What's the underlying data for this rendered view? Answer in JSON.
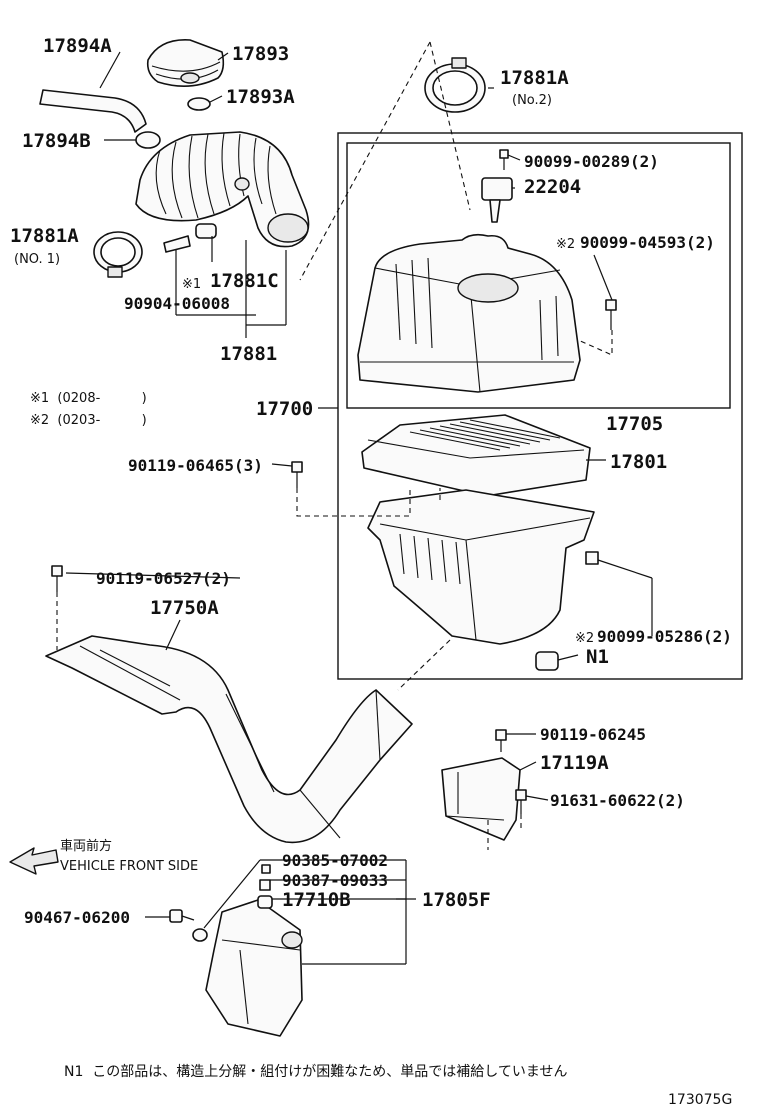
{
  "labels": {
    "p17894A": "17894A",
    "p17893": "17893",
    "p17893A": "17893A",
    "p17881A_no2": "17881A",
    "no2": "(No.2)",
    "p17894B": "17894B",
    "p90099_00289": "90099-00289(2)",
    "p22204": "22204",
    "p17881A_no1": "17881A",
    "no1": "(NO. 1)",
    "mark1": "※1",
    "p17881C": "17881C",
    "p90904_06008": "90904-06008",
    "mark2_top": "※2",
    "p90099_04593": "90099-04593(2)",
    "p17881": "17881",
    "p17700": "17700",
    "p17705": "17705",
    "p90119_06465": "90119-06465(3)",
    "p17801": "17801",
    "p90119_06527": "90119-06527(2)",
    "p17750A": "17750A",
    "mark2_bottom": "※2",
    "p90099_05286": "90099-05286(2)",
    "n1": "N1",
    "p90119_06245": "90119-06245",
    "p17119A": "17119A",
    "p91631_60622": "91631-60622(2)",
    "p90385_07002": "90385-07002",
    "p90387_09033": "90387-09033",
    "p17710B": "17710B",
    "p17805F": "17805F",
    "p90467_06200": "90467-06200"
  },
  "legend": {
    "note1": "※1  (0208-          )",
    "note2": "※2  (0203-          )"
  },
  "direction": {
    "jp": "車両前方",
    "en": "VEHICLE FRONT SIDE"
  },
  "footnote": "N1  この部品は、構造上分解・組付けが困難なため、単品では補給していません",
  "figure_id": "173075G"
}
